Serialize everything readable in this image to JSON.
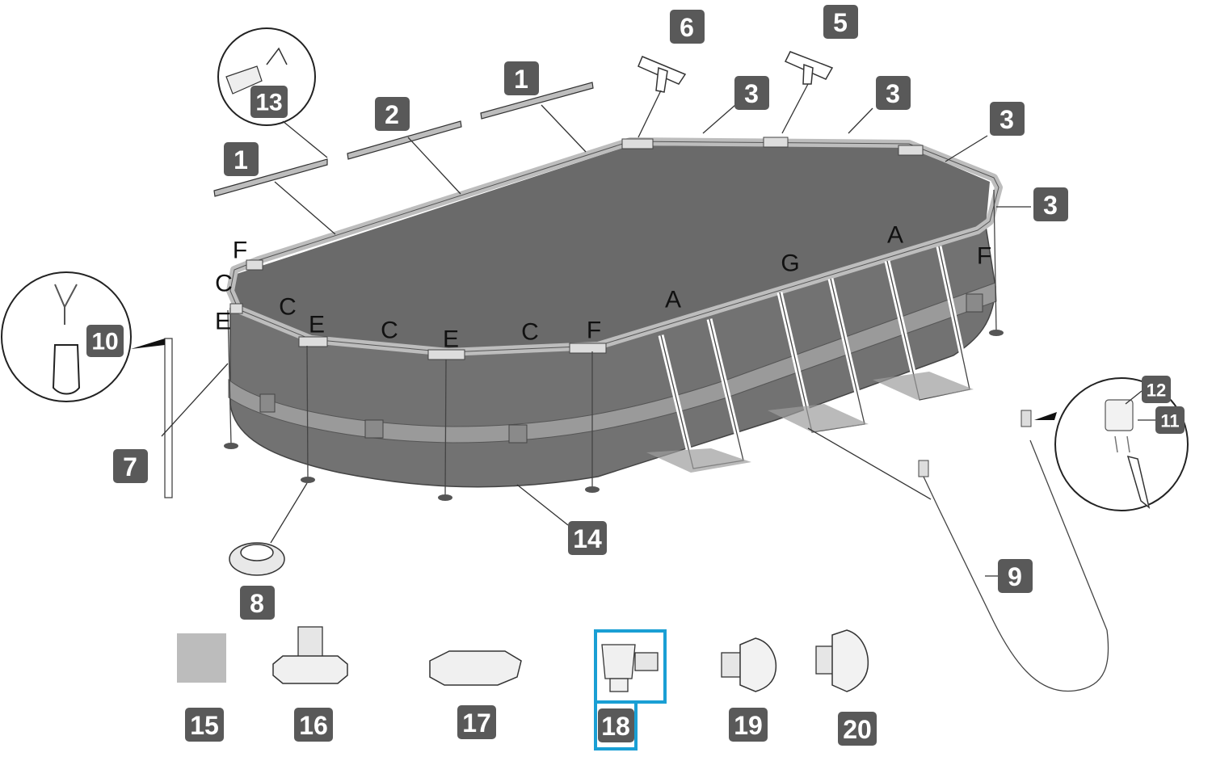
{
  "callouts": {
    "c1a": "1",
    "c1b": "1",
    "c2": "2",
    "c3a": "3",
    "c3b": "3",
    "c3c": "3",
    "c3d": "3",
    "c5": "5",
    "c6": "6",
    "c7": "7",
    "c8": "8",
    "c9": "9",
    "c10": "10",
    "c11": "11",
    "c12": "12",
    "c13": "13",
    "c14": "14",
    "c15": "15",
    "c16": "16",
    "c17": "17",
    "c18": "18",
    "c19": "19",
    "c20": "20"
  },
  "letters": {
    "fLeft": "F",
    "cLeft": "C",
    "eLeft": "E",
    "cCorner": "C",
    "eFront1": "E",
    "cFront1": "C",
    "eFront2": "E",
    "cFront2": "C",
    "fFront": "F",
    "aFront": "A",
    "gFront": "G",
    "aBack": "A",
    "fRight": "F"
  },
  "colors": {
    "badge": "#595959",
    "liner": "#6f6f6f",
    "rail": "#bdbdbd",
    "highlight": "#1a9fd4"
  }
}
